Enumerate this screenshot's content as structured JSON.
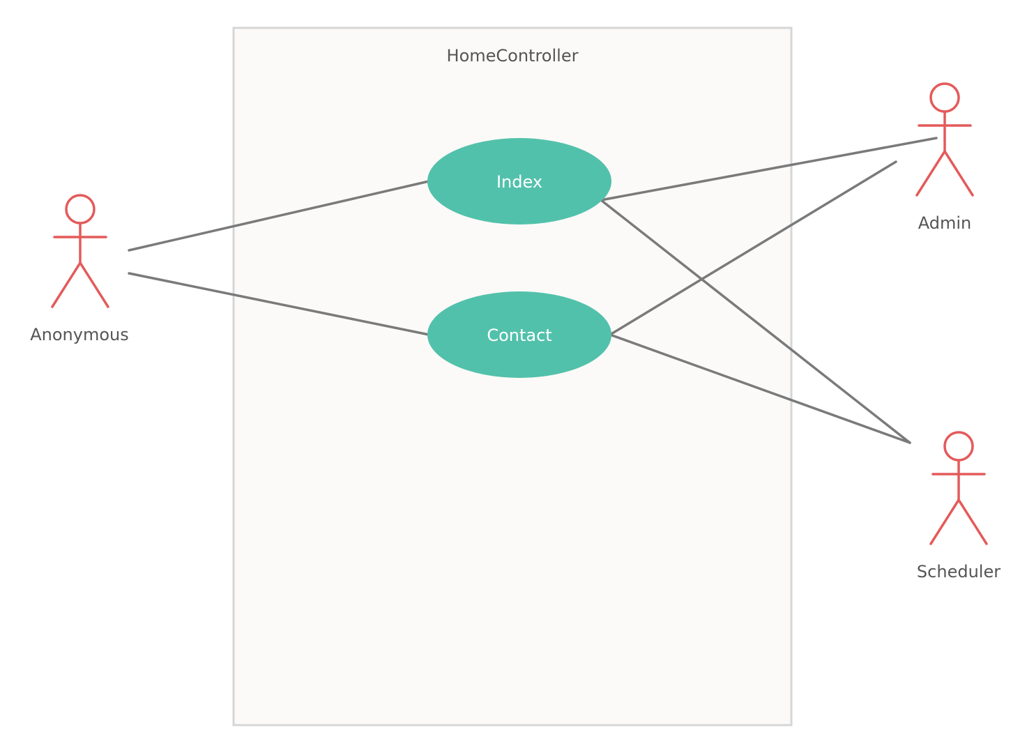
{
  "system": {
    "title": "HomeController"
  },
  "use_cases": {
    "index": "Index",
    "contact": "Contact"
  },
  "actors": {
    "anonymous": "Anonymous",
    "admin": "Admin",
    "scheduler": "Scheduler"
  },
  "colors": {
    "actor": "#e45a5a",
    "use_case_fill": "#52c1ab",
    "association": "#7a7a7a",
    "boundary_fill": "#fbfaf8",
    "boundary_stroke": "#d6d6d6"
  }
}
